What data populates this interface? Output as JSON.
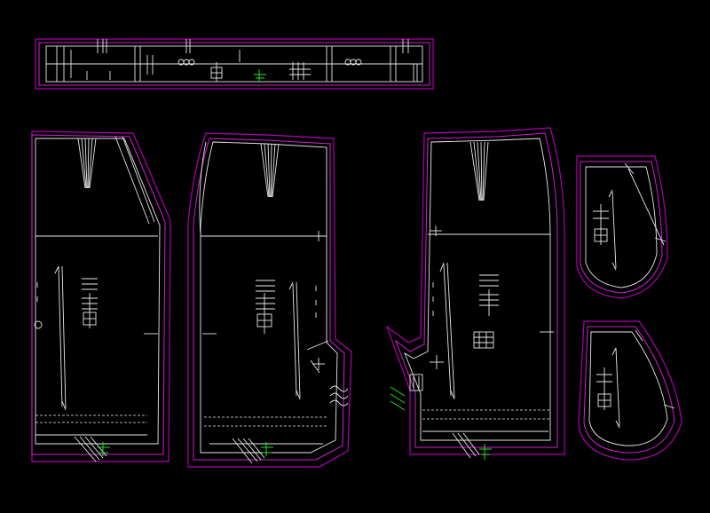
{
  "drawing": {
    "background": "#000000",
    "colors": {
      "seam_outline": "#b000b0",
      "cut_outline": "#d020d0",
      "pattern_lines": "#e8e8e8",
      "markers": "#20e020"
    },
    "pieces": [
      {
        "id": "waistband",
        "icon": "waistband-strip"
      },
      {
        "id": "skirt-front",
        "icon": "skirt-panel"
      },
      {
        "id": "skirt-side",
        "icon": "skirt-panel"
      },
      {
        "id": "skirt-back",
        "icon": "skirt-panel"
      },
      {
        "id": "pocket-upper",
        "icon": "pocket-piece"
      },
      {
        "id": "pocket-lower",
        "icon": "pocket-piece"
      }
    ]
  }
}
